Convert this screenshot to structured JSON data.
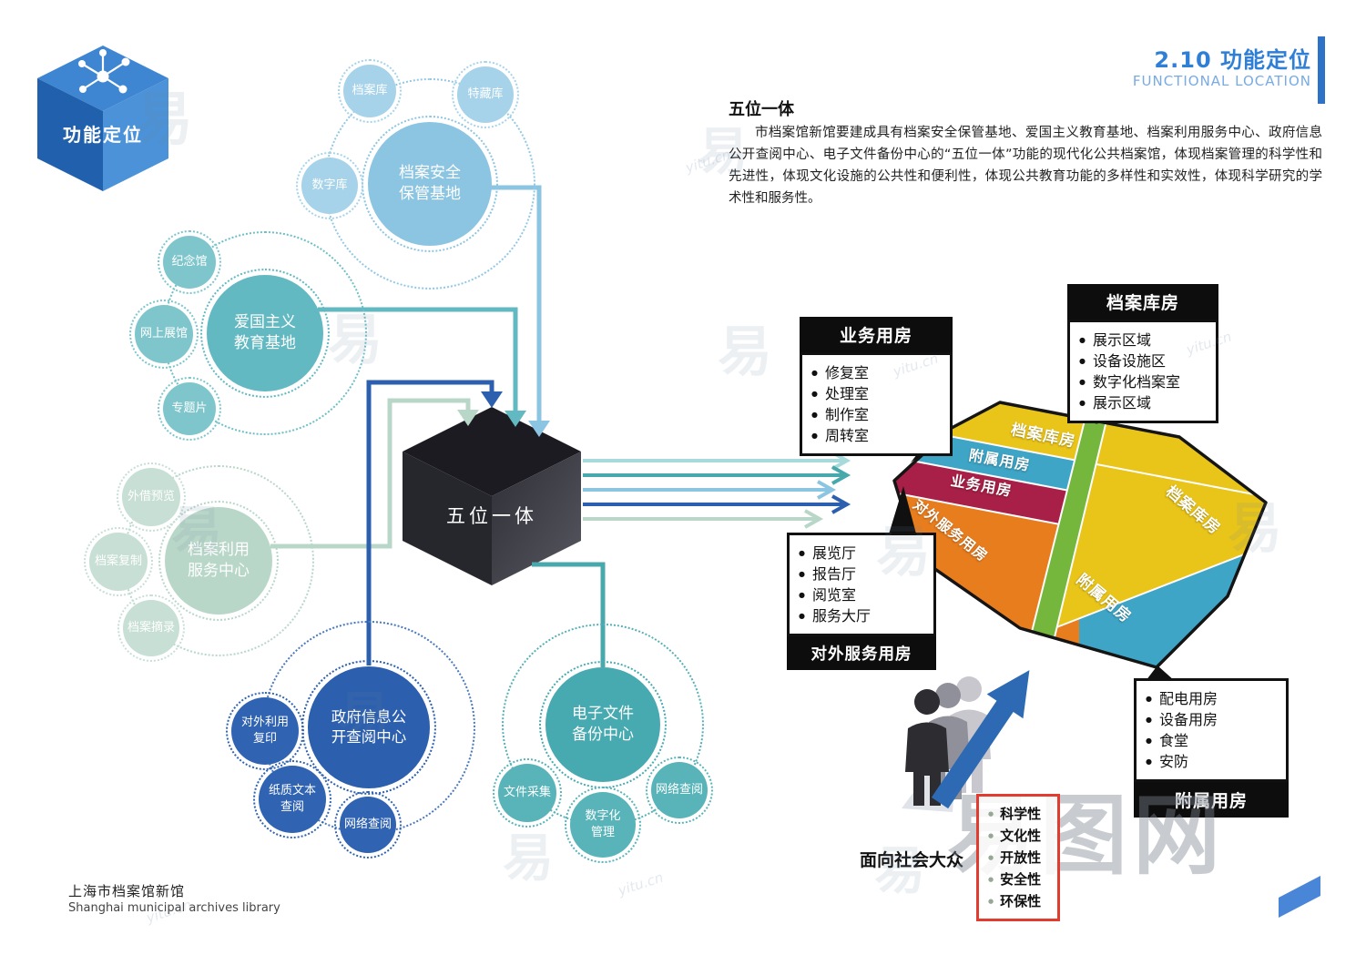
{
  "header": {
    "section": "2.10 功能定位",
    "subtitle": "FUNCTIONAL LOCATION"
  },
  "badge": {
    "label": "功能定位"
  },
  "intro": {
    "heading": "五位一体",
    "body": "市档案馆新馆要建成具有档案安全保管基地、爱国主义教育基地、档案利用服务中心、政府信息公开查阅中心、电子文件备份中心的“五位一体”功能的现代化公共档案馆，体现档案管理的科学性和先进性，体现文化设施的公共性和便利性，体现公共教育功能的多样性和实效性，体现科学研究的学术性和服务性。"
  },
  "hub": {
    "label": "五位一体"
  },
  "clusters": [
    {
      "label": "档案安全\n保管基地",
      "satellites": [
        "档案库",
        "特藏库",
        "数字库"
      ]
    },
    {
      "label": "爱国主义\n教育基地",
      "satellites": [
        "纪念馆",
        "网上展馆",
        "专题片"
      ]
    },
    {
      "label": "档案利用\n服务中心",
      "satellites": [
        "外借预览",
        "档案复制",
        "档案摘录"
      ]
    },
    {
      "label": "政府信息公\n开查阅中心",
      "satellites": [
        "对外利用\n复印",
        "纸质文本\n查阅",
        "网络查阅"
      ]
    },
    {
      "label": "电子文件\n备份中心",
      "satellites": [
        "文件采集",
        "数字化\n管理",
        "网络查阅"
      ]
    }
  ],
  "map": {
    "regions": [
      "档案库房",
      "附属用房",
      "业务用房",
      "对外服务用房",
      "档案库房",
      "附属用房"
    ]
  },
  "callouts": [
    {
      "title": "业务用房",
      "items": [
        "修复室",
        "处理室",
        "制作室",
        "周转室"
      ]
    },
    {
      "title": "档案库房",
      "items": [
        "展示区域",
        "设备设施区",
        "数字化档案室",
        "展示区域"
      ]
    },
    {
      "title": "对外服务用房",
      "items": [
        "展览厅",
        "报告厅",
        "阅览室",
        "服务大厅"
      ]
    },
    {
      "title": "附属用房",
      "items": [
        "配电用房",
        "设备用房",
        "食堂",
        "安防"
      ]
    }
  ],
  "audience": {
    "label": "面向社会大众",
    "qualities": [
      "科学性",
      "文化性",
      "开放性",
      "安全性",
      "环保性"
    ]
  },
  "footer": {
    "zh": "上海市档案馆新馆",
    "en": "Shanghai municipal archives library"
  },
  "watermark": {
    "glyph": "易",
    "site": "yitu.cn",
    "big": "易图网"
  },
  "colors": {
    "accent": "#2f7fd6",
    "hub_cube": "#1b1b21",
    "map_yellow": "#e9c419",
    "map_blue": "#3ea5c6",
    "map_red": "#a81f47",
    "map_orange": "#e87d1e",
    "map_green": "#74b73c",
    "qualities_border": "#e23c31",
    "growth_arrow": "#2d6ab3",
    "cluster_light_blue": "#8cc5e2",
    "cluster_teal": "#62b9c1",
    "cluster_sage": "#b9d7c8",
    "cluster_navy": "#2c5fad",
    "cluster_cyan": "#47aab0"
  }
}
